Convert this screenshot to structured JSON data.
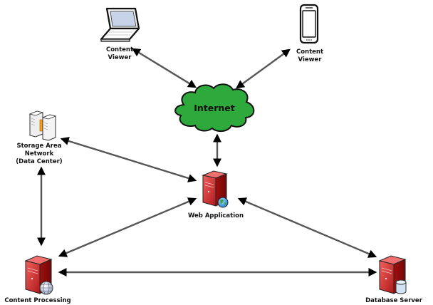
{
  "nodes": {
    "content_viewer_laptop": {
      "label_lines": [
        "Content",
        "Viewer"
      ],
      "icon": "laptop-icon"
    },
    "content_viewer_phone": {
      "label_lines": [
        "Content",
        "Viewer"
      ],
      "icon": "smartphone-icon"
    },
    "internet": {
      "label": "Internet",
      "icon": "cloud-icon",
      "color": "#2eaa3c"
    },
    "storage_area_network": {
      "label_lines": [
        "Storage Area",
        "Network",
        "(Data Center)"
      ],
      "icon": "storage-servers-icon"
    },
    "web_application": {
      "label": "Web Application",
      "icon": "server-globe-icon",
      "color": "#d42a2a"
    },
    "content_processing": {
      "label": "Content Processing",
      "icon": "server-globe-icon",
      "color": "#d42a2a"
    },
    "database_server": {
      "label": "Database Server",
      "icon": "server-database-icon",
      "color": "#d42a2a"
    }
  },
  "connections": [
    {
      "from": "content_viewer_laptop",
      "to": "internet",
      "direction": "bidirectional"
    },
    {
      "from": "content_viewer_phone",
      "to": "internet",
      "direction": "bidirectional"
    },
    {
      "from": "internet",
      "to": "web_application",
      "direction": "bidirectional"
    },
    {
      "from": "storage_area_network",
      "to": "web_application",
      "direction": "bidirectional"
    },
    {
      "from": "storage_area_network",
      "to": "content_processing",
      "direction": "bidirectional"
    },
    {
      "from": "web_application",
      "to": "content_processing",
      "direction": "bidirectional"
    },
    {
      "from": "web_application",
      "to": "database_server",
      "direction": "bidirectional"
    },
    {
      "from": "content_processing",
      "to": "database_server",
      "direction": "bidirectional"
    }
  ]
}
